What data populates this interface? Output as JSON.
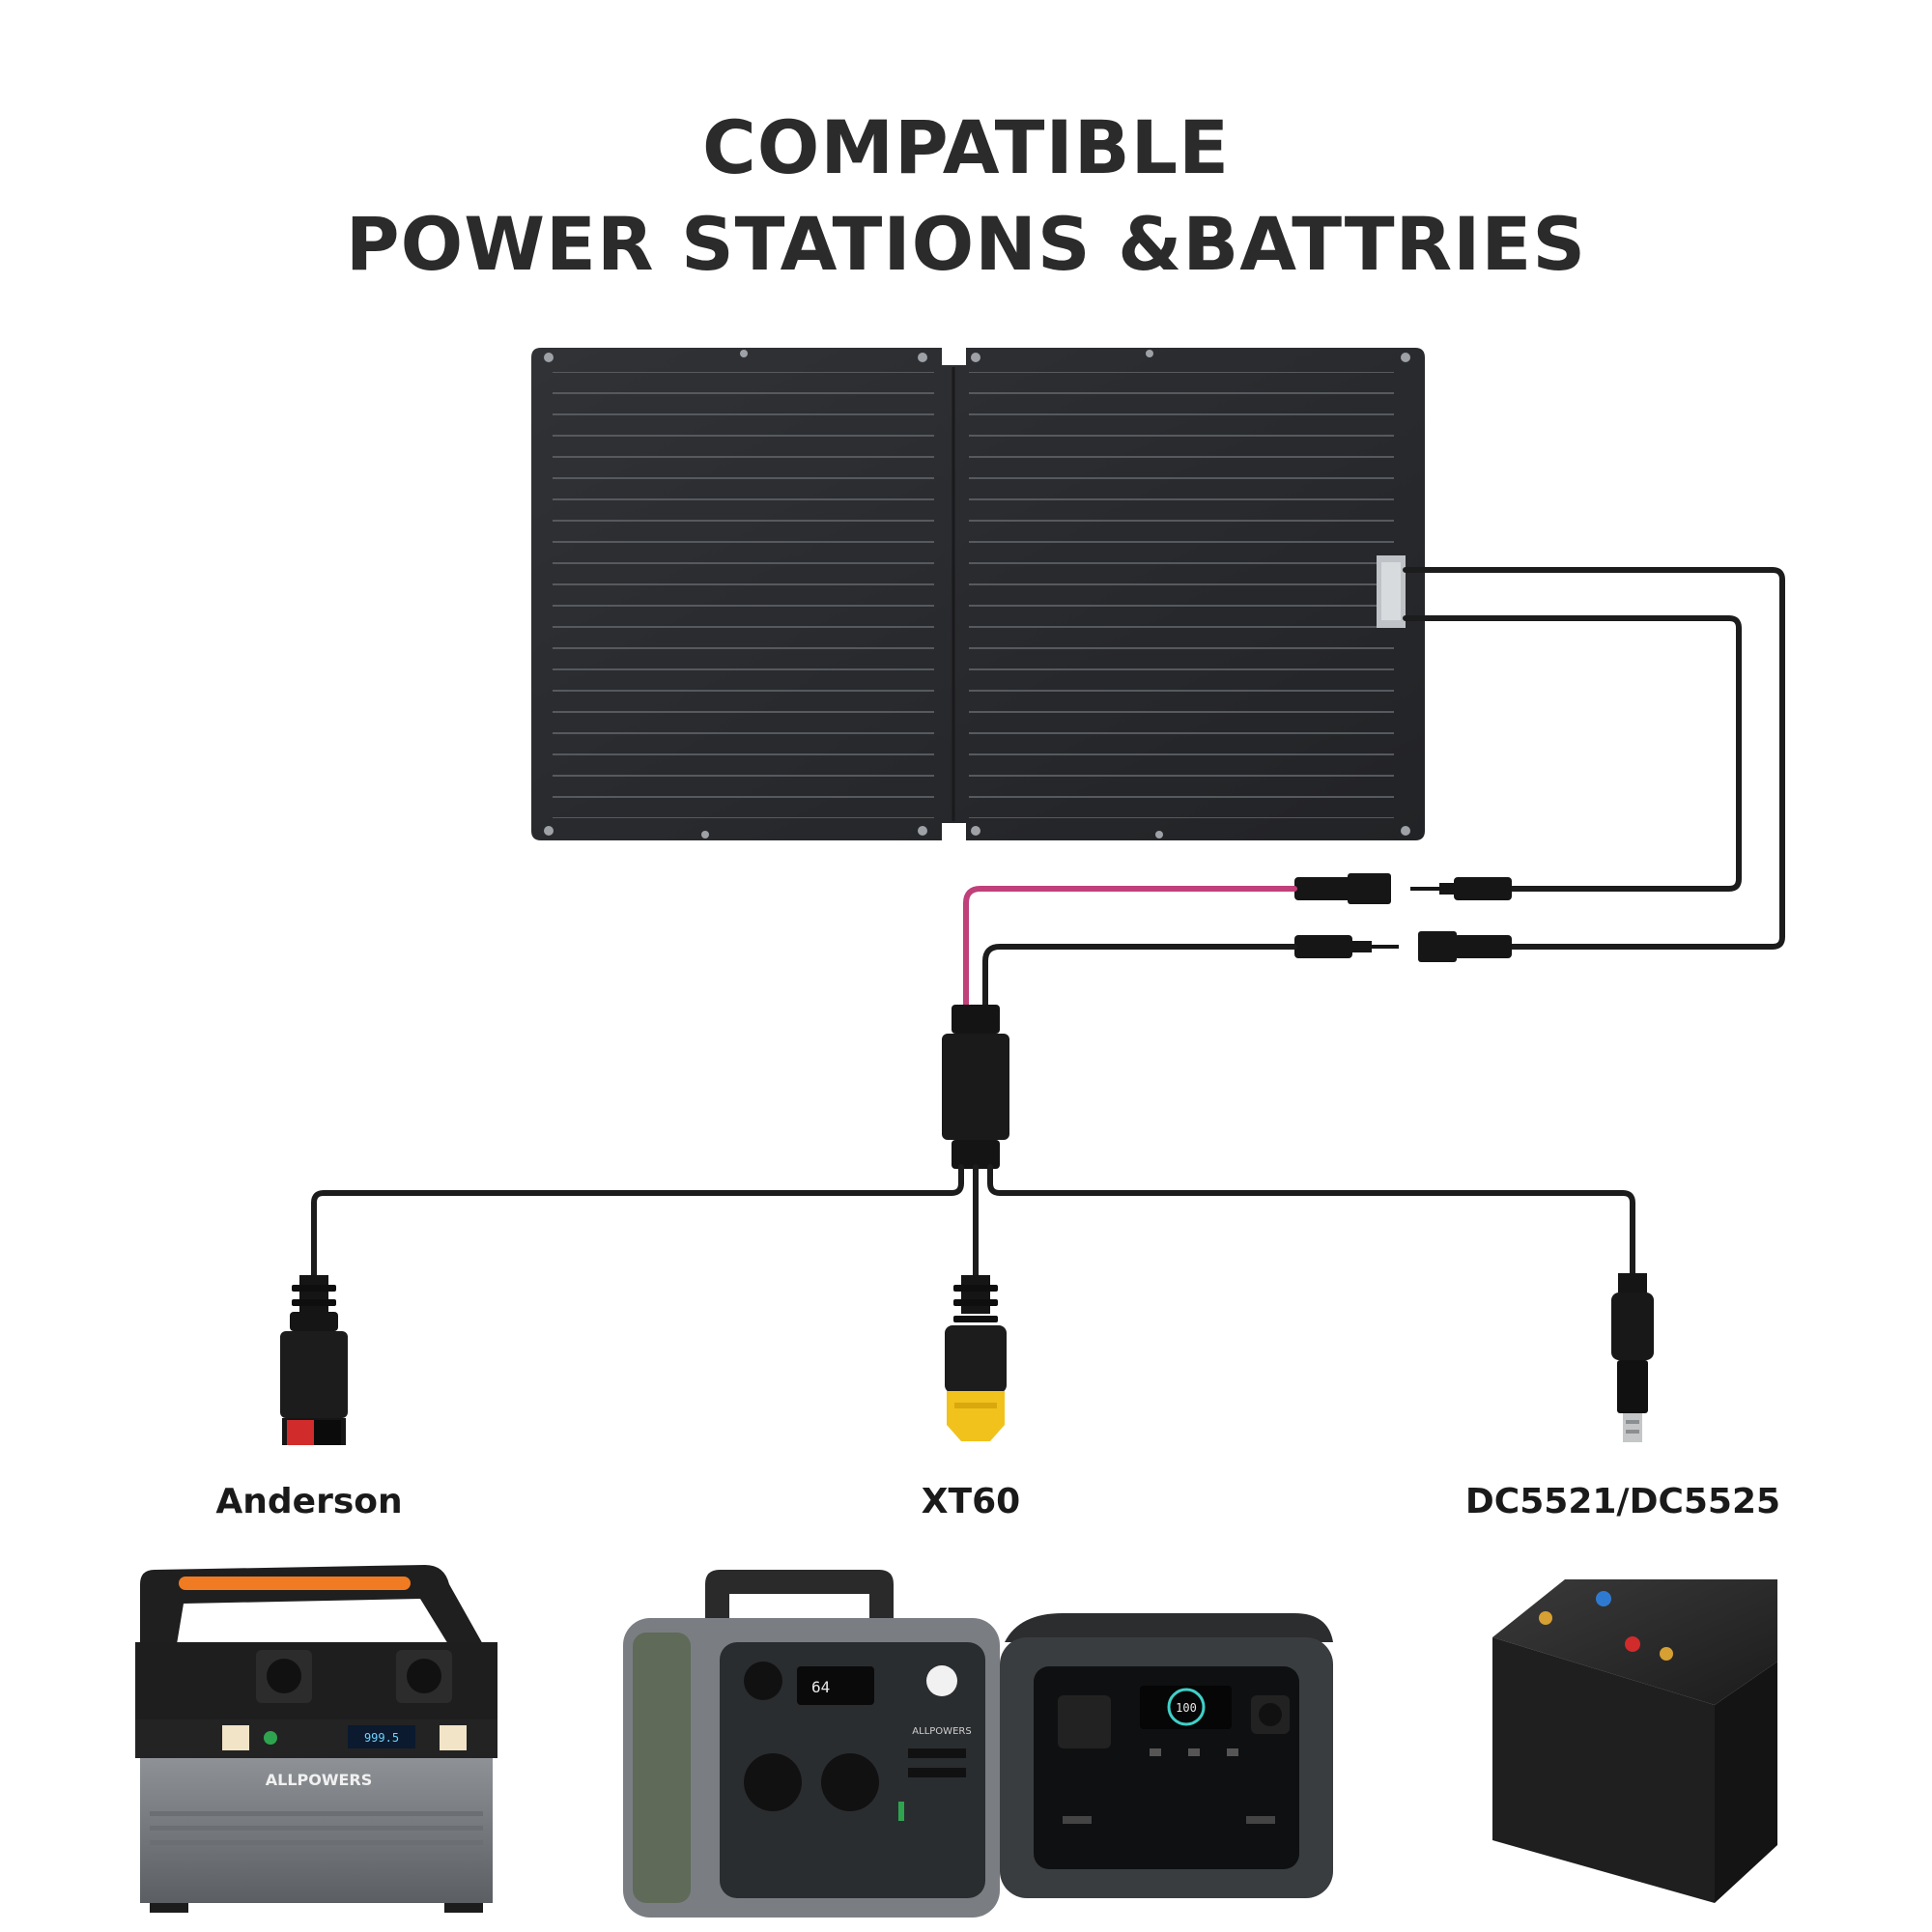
{
  "header": {
    "line1": "COMPATIBLE",
    "line2": "POWER STATIONS &BATTRIES"
  },
  "connectors": {
    "anderson": "Anderson",
    "xt60": "XT60",
    "dc": "DC5521/DC5525"
  },
  "product_text": {
    "station1_brand": "ALLPOWERS",
    "station1_display": "999.5",
    "station2_brand": "ALLPOWERS",
    "station2_battery": "64",
    "station3_battery": "100"
  },
  "colors": {
    "panel": "#2a2b2e",
    "cable_dark": "#1c1c1c",
    "cable_pink": "#c0407a",
    "xt60_yellow": "#f1c21b",
    "anderson_red": "#d22b2b",
    "battery_body": "#1f1f1f",
    "accent_orange": "#f07b22"
  },
  "icons": [
    "solar-panel-icon",
    "mc4-connector-icon",
    "y-splitter-icon",
    "anderson-plug-icon",
    "xt60-plug-icon",
    "dc-plug-icon",
    "power-station-icon",
    "battery-icon"
  ]
}
